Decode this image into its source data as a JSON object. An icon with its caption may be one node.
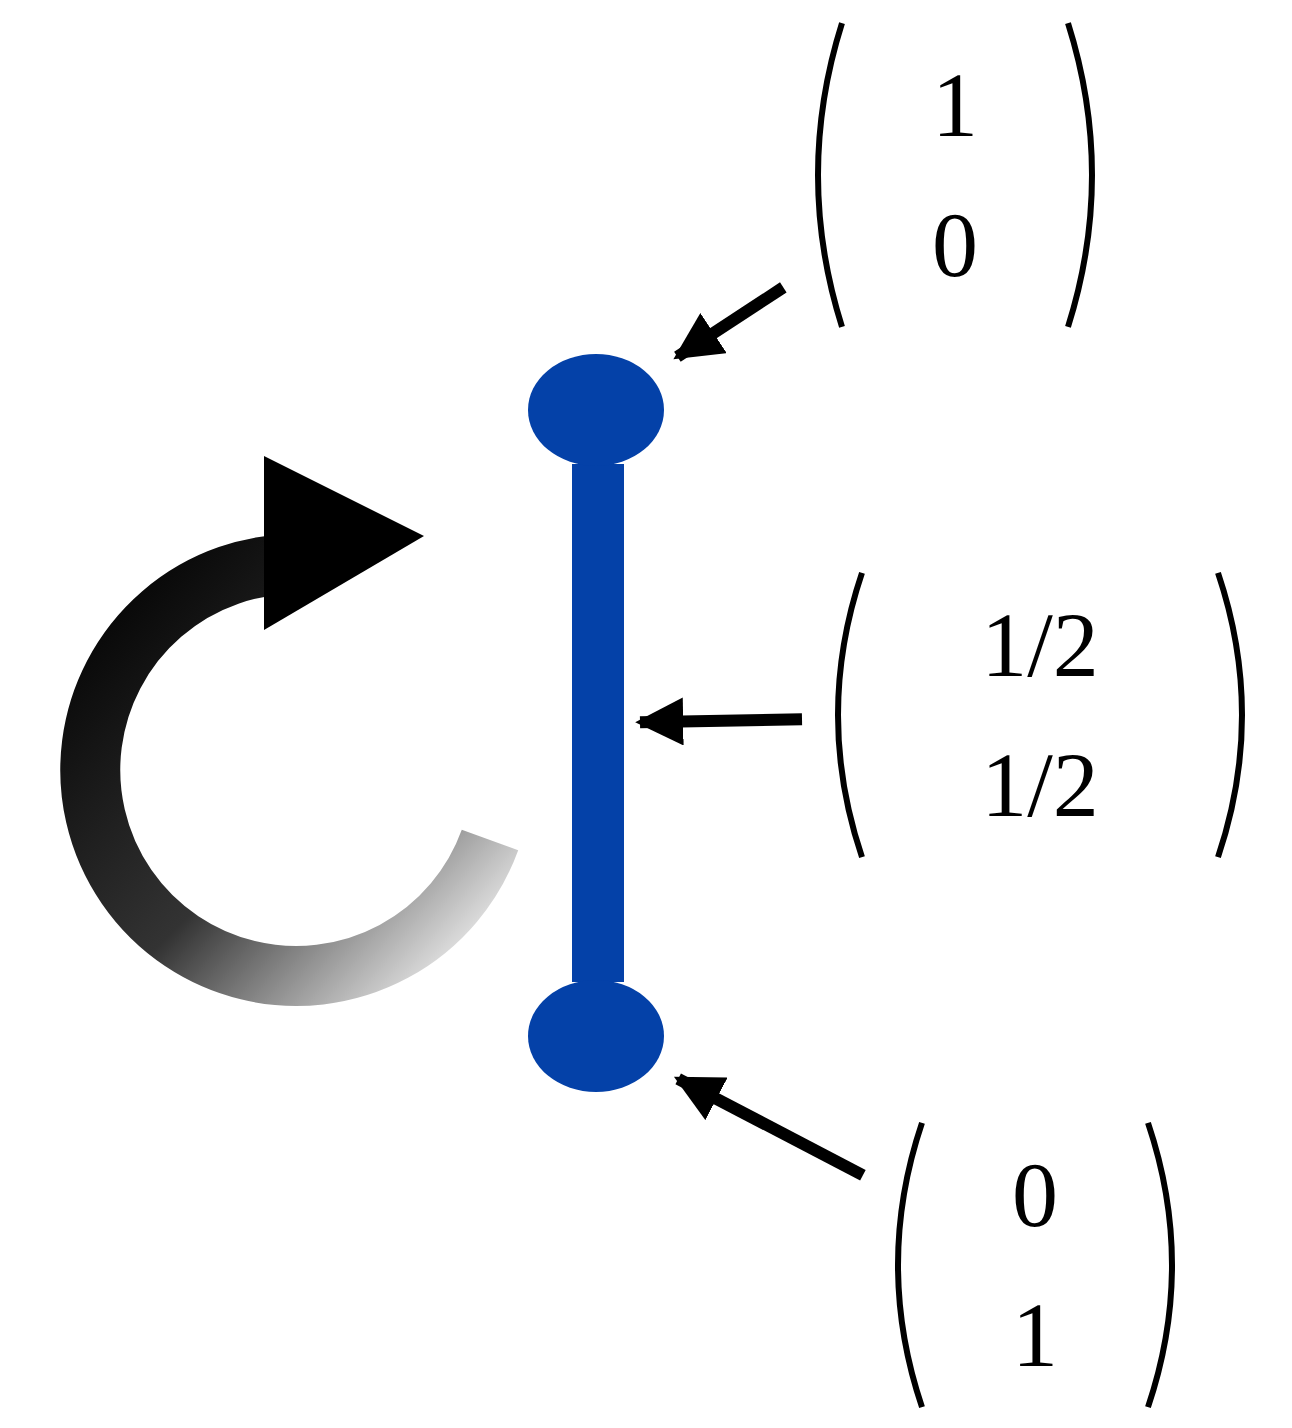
{
  "diagram": {
    "nodes": [
      {
        "text": [
          "1 0"
        ]
      },
      {
        "text": [],
        "shape": "circle"
      },
      {
        "text": [
          "1/2 1/2"
        ]
      },
      {
        "text": [],
        "shape": "bar"
      },
      {
        "text": [],
        "shape": "circle"
      },
      {
        "text": [
          "0 1"
        ]
      }
    ],
    "edges": [
      {
        "from": 0,
        "to": 1,
        "arrow": "to"
      },
      {
        "from": 2,
        "to": 3,
        "arrow": "to"
      },
      {
        "from": 5,
        "to": 4,
        "arrow": "to"
      }
    ]
  }
}
